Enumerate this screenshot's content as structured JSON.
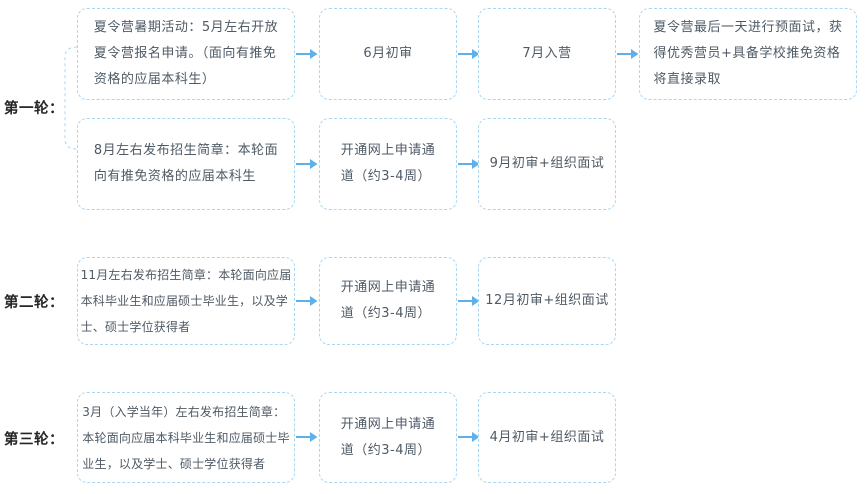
{
  "colors": {
    "box_border": "#a8d6f3",
    "arrow": "#5fb0ea",
    "body_text": "#4e5a65",
    "label_text": "#262626",
    "background": "#ffffff"
  },
  "rounds": [
    {
      "label": "第一轮：",
      "flows": [
        [
          "夏令营暑期活动：5月左右开放\n夏令营报名申请。（面向有推免\n资格的应届本科生）",
          "6月初审",
          "7月入营",
          "夏令营最后一天进行预面试，获\n得优秀营员+具备学校推免资格\n将直接录取"
        ],
        [
          "8月左右发布招生简章：本轮面\n向有推免资格的应届本科生",
          "开通网上申请通\n道（约3-4周）",
          "9月初审+组织面试"
        ]
      ]
    },
    {
      "label": "第二轮：",
      "flows": [
        [
          "11月左右发布招生简章：本轮面向应届\n本科毕业生和应届硕士毕业生，以及学\n士、硕士学位获得者",
          "开通网上申请通\n道（约3-4周）",
          "12月初审+组织面试"
        ]
      ]
    },
    {
      "label": "第三轮：",
      "flows": [
        [
          "3月（入学当年）左右发布招生简章：\n本轮面向应届本科毕业生和应届硕士毕\n业生，以及学士、硕士学位获得者",
          "开通网上申请通\n道（约3-4周）",
          "4月初审+组织面试"
        ]
      ]
    }
  ]
}
